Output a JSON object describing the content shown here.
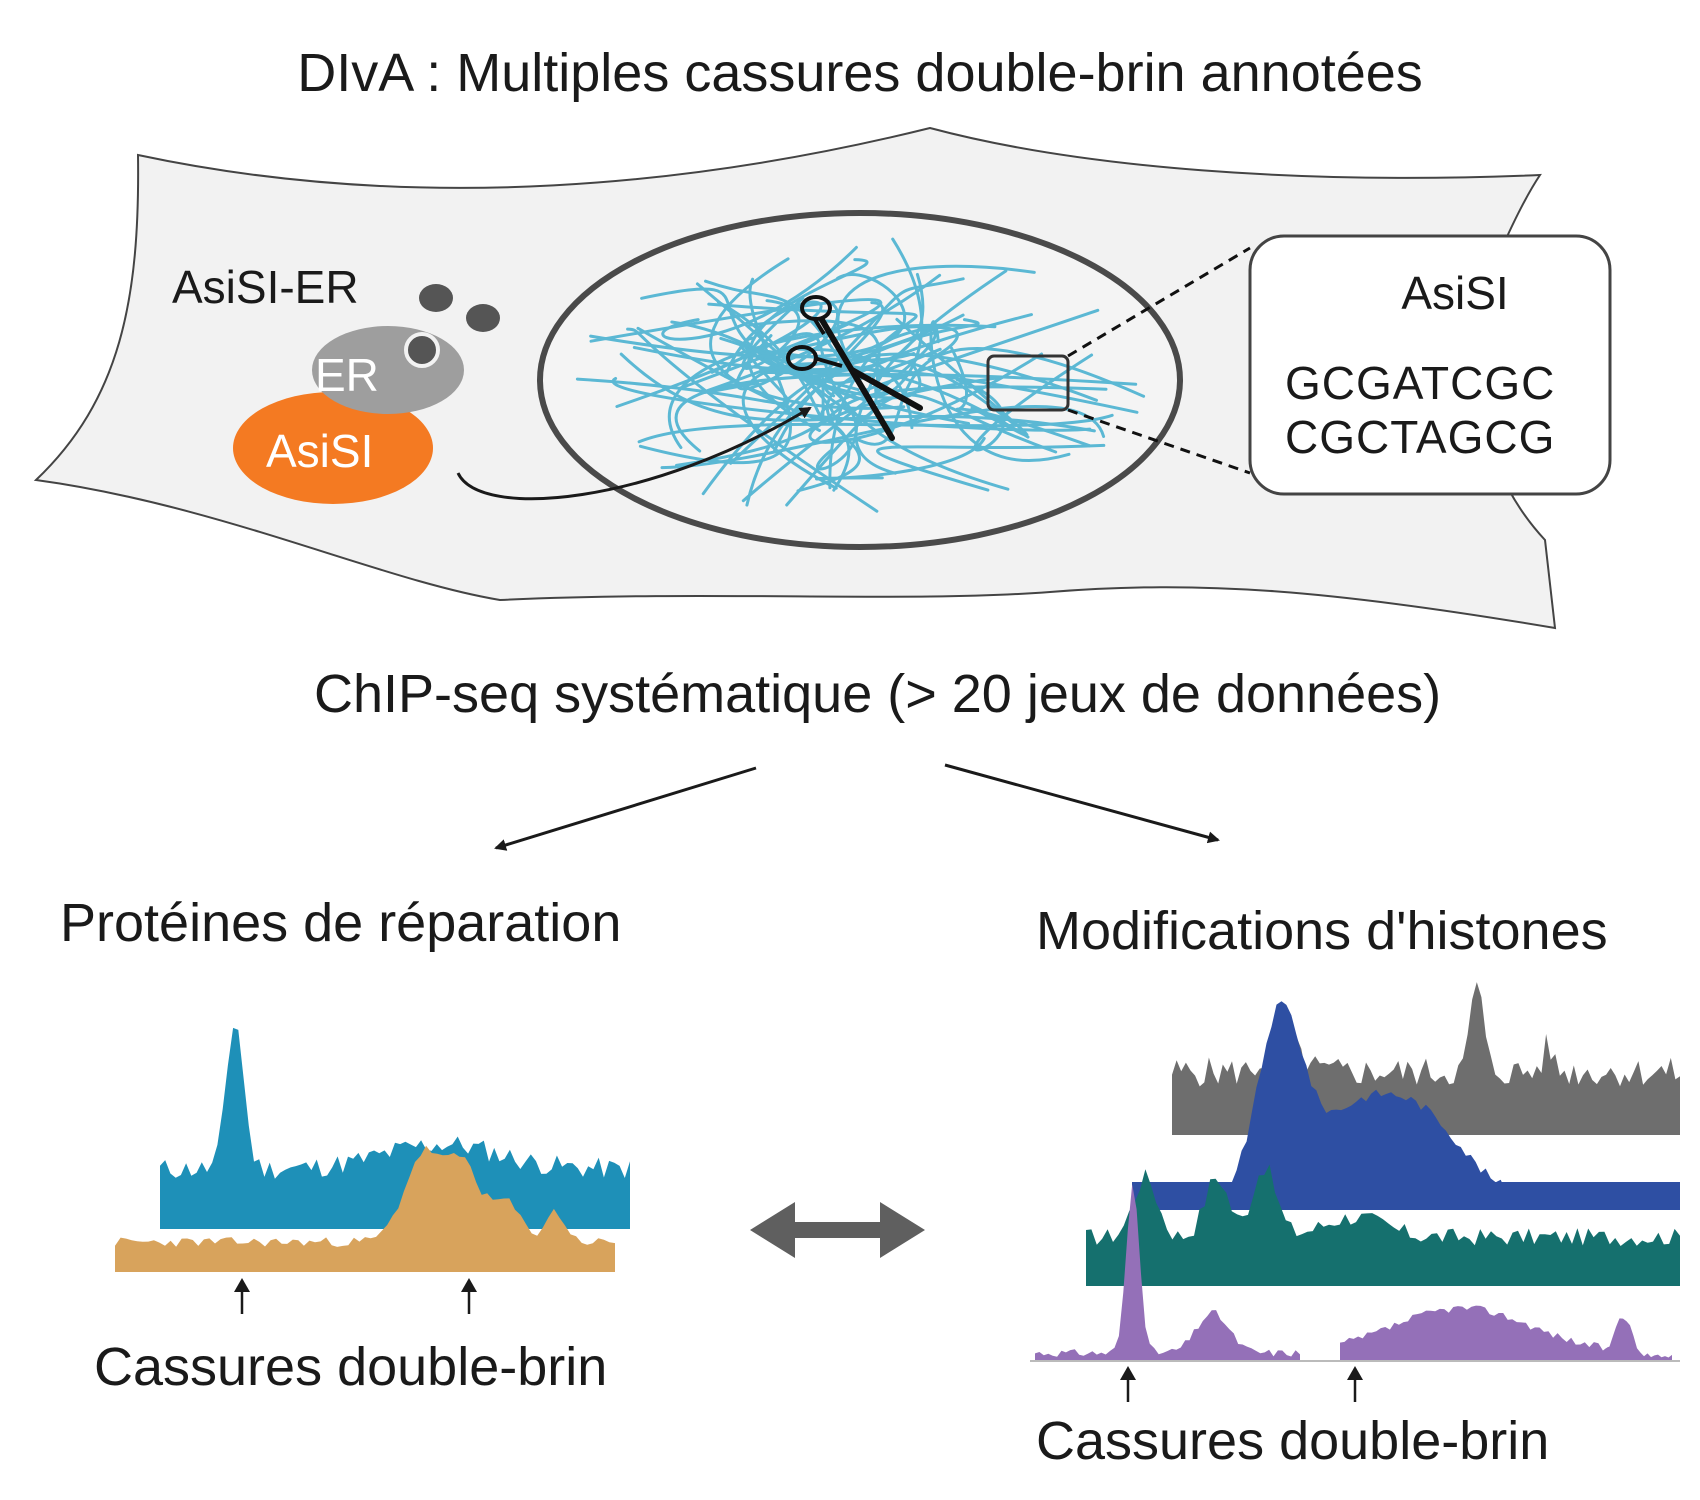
{
  "title": "DIvA : Multiples cassures double-brin annotées",
  "cell": {
    "enzyme_label": "AsiSI-ER",
    "er_label": "ER",
    "asisi_label": "AsiSI",
    "inset": {
      "title": "AsiSI",
      "sequence_top": "GCGATCGC",
      "sequence_bottom": "CGCTAGCG"
    },
    "colors": {
      "asisi": "#f47a22",
      "er": "#9e9e9e",
      "dna": "#5bb8d4",
      "cell_fill": "#f2f2f2"
    }
  },
  "chip_label": "ChIP-seq systématique (> 20 jeux de données)",
  "left_panel": {
    "heading": "Protéines de réparation",
    "dsb_label": "Cassures double-brin",
    "track_colors": [
      "#1e90b8",
      "#d8a35c"
    ]
  },
  "right_panel": {
    "heading": "Modifications d'histones",
    "dsb_label": "Cassures double-brin",
    "track_colors": [
      "#6e6e6e",
      "#2e4fa3",
      "#15706e",
      "#9470b8"
    ]
  },
  "icons": {
    "scissors": "scissors-icon",
    "double_arrow": "double-arrow-icon"
  }
}
